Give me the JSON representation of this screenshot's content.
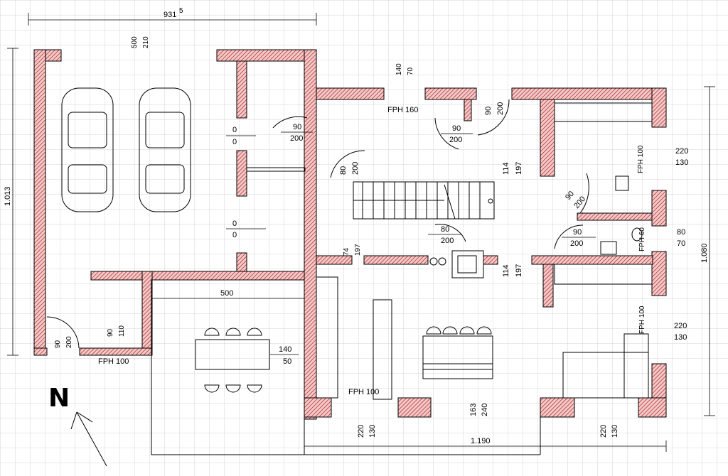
{
  "colors": {
    "wall_fill": "#f2c9c9",
    "wall_hatch": "#b02020",
    "grid": "#d4d4d4",
    "background": "#ffffff"
  },
  "dimensions": {
    "top_width": "931",
    "top_width_sup": "5",
    "left_height": "1.013",
    "right_height": "1.080",
    "bottom_width": "1.190",
    "terrace_width": "500"
  },
  "door_garage_top": {
    "a": "500",
    "b": "210"
  },
  "window_top": {
    "a": "140",
    "b": "70"
  },
  "windows_right": [
    {
      "a": "220",
      "b": "130"
    },
    {
      "a": "80",
      "b": "70"
    },
    {
      "a": "220",
      "b": "130"
    }
  ],
  "windows_bottom": [
    {
      "a": "220",
      "b": "130"
    },
    {
      "a": "220",
      "b": "130"
    },
    {
      "a": "163",
      "b": "240"
    }
  ],
  "opening_labels": [
    {
      "a": "0",
      "b": "0"
    },
    {
      "a": "0",
      "b": "0"
    },
    {
      "a": "90",
      "b": "200"
    },
    {
      "a": "90",
      "b": "200"
    },
    {
      "a": "80",
      "b": "200"
    },
    {
      "a": "90",
      "b": "200"
    },
    {
      "a": "140",
      "b": "50"
    }
  ],
  "vertical_labels": [
    {
      "a": "90",
      "b": "200"
    },
    {
      "a": "80",
      "b": "200"
    },
    {
      "a": "114",
      "b": "197"
    },
    {
      "a": "114",
      "b": "197"
    },
    {
      "a": "90",
      "b": "200"
    },
    {
      "a": "74",
      "b": "197"
    },
    {
      "a": "90",
      "b": "110"
    },
    {
      "a": "90",
      "b": "200"
    }
  ],
  "fph_labels": [
    "FPH 160",
    "FPH 100",
    "FPH 100",
    "FPH 100",
    "FPH 100",
    "FPH 60"
  ],
  "north_label": "N"
}
